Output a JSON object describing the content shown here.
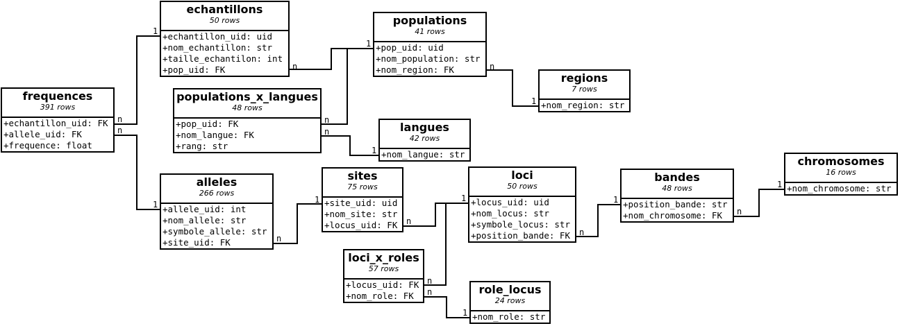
{
  "entities": {
    "echantillons": {
      "name": "echantillons",
      "rows": "50 rows",
      "attributes": [
        "+echantillon_uid: uid",
        "+nom_echantillon: str",
        "+taille_echantilon: int",
        "+pop_uid: FK"
      ]
    },
    "populations": {
      "name": "populations",
      "rows": "41 rows",
      "attributes": [
        "+pop_uid: uid",
        "+nom_population: str",
        "+nom_region: FK"
      ]
    },
    "regions": {
      "name": "regions",
      "rows": "7 rows",
      "attributes": [
        "+nom_region: str"
      ]
    },
    "frequences": {
      "name": "frequences",
      "rows": "391 rows",
      "attributes": [
        "+echantillon_uid: FK",
        "+allele_uid: FK",
        "+frequence: float"
      ]
    },
    "populations_x_langues": {
      "name": "populations_x_langues",
      "rows": "48 rows",
      "attributes": [
        "+pop_uid: FK",
        "+nom_langue: FK",
        "+rang: str"
      ]
    },
    "langues": {
      "name": "langues",
      "rows": "42 rows",
      "attributes": [
        "+nom_langue: str"
      ]
    },
    "alleles": {
      "name": "alleles",
      "rows": "266 rows",
      "attributes": [
        "+allele_uid: int",
        "+nom_allele: str",
        "+symbole_allele: str",
        "+site_uid: FK"
      ]
    },
    "sites": {
      "name": "sites",
      "rows": "75 rows",
      "attributes": [
        "+site_uid: uid",
        "+nom_site: str",
        "+locus_uid: FK"
      ]
    },
    "loci": {
      "name": "loci",
      "rows": "50 rows",
      "attributes": [
        "+locus_uid: uid",
        "+nom_locus: str",
        "+symbole_locus: str",
        "+position_bande: FK"
      ]
    },
    "bandes": {
      "name": "bandes",
      "rows": "48 rows",
      "attributes": [
        "+position_bande: str",
        "+nom_chromosome: FK"
      ]
    },
    "chromosomes": {
      "name": "chromosomes",
      "rows": "16 rows",
      "attributes": [
        "+nom_chromosome: str"
      ]
    },
    "loci_x_roles": {
      "name": "loci_x_roles",
      "rows": "57 rows",
      "attributes": [
        "+locus_uid: FK",
        "+nom_role: FK"
      ]
    },
    "role_locus": {
      "name": "role_locus",
      "rows": "24 rows",
      "attributes": [
        "+nom_role: str"
      ]
    }
  },
  "relations": [
    {
      "id": "echantillons-populations",
      "from": "echantillons",
      "to": "populations",
      "from_card": "n",
      "to_card": "1"
    },
    {
      "id": "populations-regions",
      "from": "populations",
      "to": "regions",
      "from_card": "n",
      "to_card": "1"
    },
    {
      "id": "frequences-echantillons",
      "from": "frequences",
      "to": "echantillons",
      "from_card": "n",
      "to_card": "1"
    },
    {
      "id": "frequences-alleles",
      "from": "frequences",
      "to": "alleles",
      "from_card": "n",
      "to_card": "1"
    },
    {
      "id": "populations_x_langues-populations",
      "from": "populations_x_langues",
      "to": "populations",
      "from_card": "n",
      "to_card": "1"
    },
    {
      "id": "populations_x_langues-langues",
      "from": "populations_x_langues",
      "to": "langues",
      "from_card": "n",
      "to_card": "1"
    },
    {
      "id": "alleles-sites",
      "from": "alleles",
      "to": "sites",
      "from_card": "n",
      "to_card": "1"
    },
    {
      "id": "sites-loci",
      "from": "sites",
      "to": "loci",
      "from_card": "n",
      "to_card": "1"
    },
    {
      "id": "loci-bandes",
      "from": "loci",
      "to": "bandes",
      "from_card": "n",
      "to_card": "1"
    },
    {
      "id": "bandes-chromosomes",
      "from": "bandes",
      "to": "chromosomes",
      "from_card": "n",
      "to_card": "1"
    },
    {
      "id": "loci_x_roles-loci",
      "from": "loci_x_roles",
      "to": "loci",
      "from_card": "n",
      "to_card": "1"
    },
    {
      "id": "loci_x_roles-role_locus",
      "from": "loci_x_roles",
      "to": "role_locus",
      "from_card": "n",
      "to_card": "1"
    }
  ]
}
